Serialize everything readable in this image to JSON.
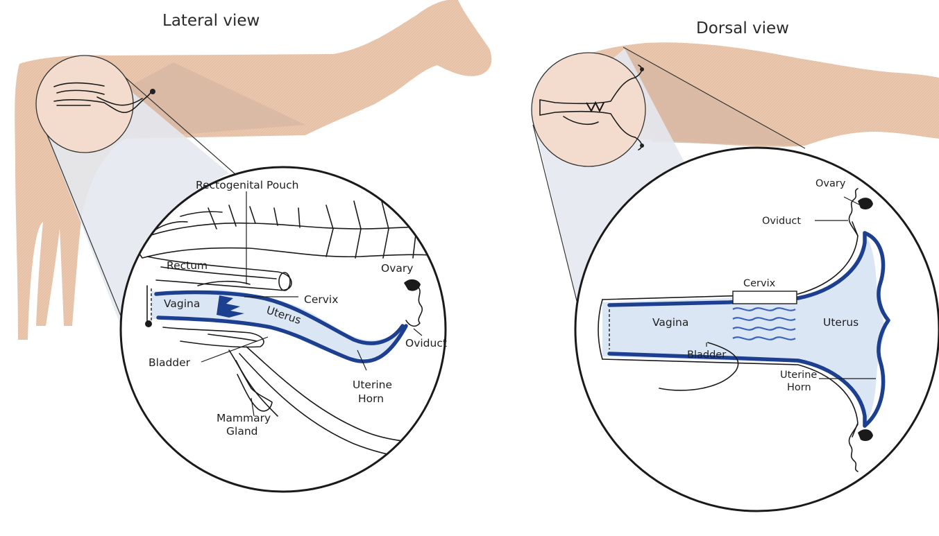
{
  "lateral": {
    "title": "Lateral view",
    "labels": {
      "rectogenital_pouch": "Rectogenital Pouch",
      "rectum": "Rectum",
      "ovary": "Ovary",
      "cervix": "Cervix",
      "vagina": "Vagina",
      "uterus": "Uterus",
      "oviduct": "Oviduct",
      "bladder": "Bladder",
      "uterine_horn_line1": "Uterine",
      "uterine_horn_line2": "Horn",
      "mammary_line1": "Mammary",
      "mammary_line2": "Gland"
    }
  },
  "dorsal": {
    "title": "Dorsal view",
    "labels": {
      "ovary": "Ovary",
      "oviduct": "Oviduct",
      "cervix": "Cervix",
      "vagina": "Vagina",
      "uterus": "Uterus",
      "bladder": "Bladder",
      "uterine_horn_line1": "Uterine",
      "uterine_horn_line2": "Horn"
    }
  },
  "colors": {
    "horse_silhouette": "#e9c4ab",
    "shadow_region": "#d9bfae",
    "zoom_cone": "#e6e9ee",
    "tract_dark": "#1d3f8f",
    "tract_light": "#dbe6f5",
    "cervix_rings": "#5a7ec8"
  }
}
